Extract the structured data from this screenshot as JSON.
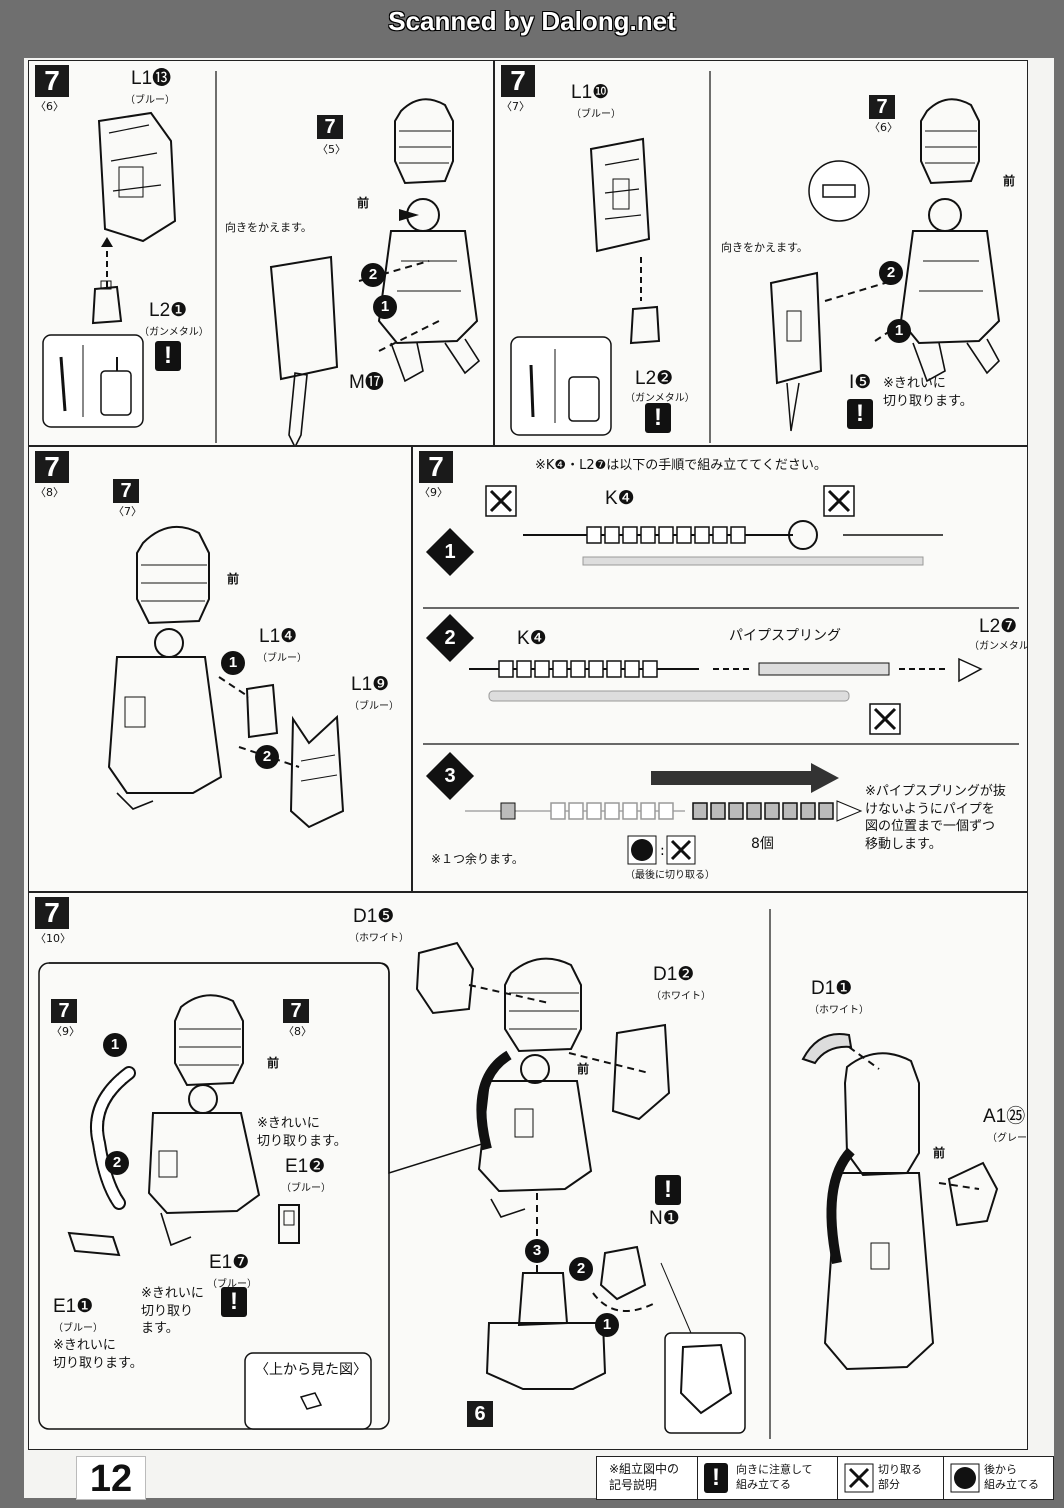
{
  "scan_header": "Scanned by Dalong.net",
  "page_number": "12",
  "panels": {
    "p1": {
      "step": "7",
      "sub": "〈6〉",
      "parts": [
        {
          "code": "L1",
          "num": "⓭",
          "color": "（ブルー）"
        },
        {
          "code": "L2",
          "num": "❶",
          "color": "（ガンメタル）"
        },
        {
          "code": "M",
          "num": "⓱",
          "color": ""
        }
      ],
      "ref_step": "7",
      "ref_sub": "〈5〉",
      "note_turn": "向きをかえます。",
      "front": "前",
      "arrows": [
        "2",
        "1"
      ]
    },
    "p2": {
      "step": "7",
      "sub": "〈7〉",
      "parts": [
        {
          "code": "L1",
          "num": "❿",
          "color": "（ブルー）"
        },
        {
          "code": "L2",
          "num": "❷",
          "color": "（ガンメタル）"
        },
        {
          "code": "I",
          "num": "❺",
          "color": ""
        }
      ],
      "ref_step": "7",
      "ref_sub": "〈6〉",
      "note_turn": "向きをかえます。",
      "note_cut": "※きれいに\n切り取ります。",
      "front": "前",
      "arrows": [
        "2",
        "1"
      ]
    },
    "p3": {
      "step": "7",
      "sub": "〈8〉",
      "ref_step": "7",
      "ref_sub": "〈7〉",
      "front": "前",
      "parts": [
        {
          "code": "L1",
          "num": "❹",
          "color": "（ブルー）"
        },
        {
          "code": "L1",
          "num": "❾",
          "color": "（ブルー）"
        }
      ],
      "arrows": [
        "1",
        "2"
      ]
    },
    "p4": {
      "step": "7",
      "sub": "〈9〉",
      "intro": "※K❹・L2❼は以下の手順で組み立ててください。",
      "s1_part": "K❹",
      "s2_part_k": "K❹",
      "s2_spring": "パイプスプリング",
      "s2_l2": "L2❼",
      "s2_l2_color": "（ガンメタル）",
      "s3_note": "※パイプスプリングが抜\nけないようにパイプを\n図の位置まで一個ずつ\n移動します。",
      "s3_count": "8個",
      "s3_remainder": "※１つ余ります。",
      "s3_last": "（最後に切り取る）",
      "sub_steps": [
        "1",
        "2",
        "3"
      ]
    },
    "p5": {
      "step": "7",
      "sub": "〈10〉",
      "inset": {
        "ref9": "〈9〉",
        "ref8": "〈8〉",
        "ref_step": "7",
        "front": "前",
        "note_cut1": "※きれいに\n切り取ります。",
        "e12": "E1❷",
        "e12_color": "（ブルー）",
        "e17": "E1❼",
        "e17_color": "（ブルー）",
        "e11": "E1❶",
        "e11_color": "（ブルー）",
        "note_cut2": "※きれいに\n切り取り\nます。",
        "note_cut3": "※きれいに\n切り取ります。",
        "top_view": "〈上から見た図〉"
      },
      "d15": "D1❺",
      "d15_color": "（ホワイト）",
      "d12": "D1❷",
      "d12_color": "（ホワイト）",
      "n1": "N❶",
      "front": "前",
      "base_step": "6",
      "d11": "D1❶",
      "d11_color": "（ホワイト）",
      "a125": "A1㉕",
      "a125_color": "（グレー）",
      "front2": "前"
    }
  },
  "legend": {
    "title": "※組立図中の\n記号説明",
    "items": [
      {
        "icon": "caution-icon",
        "text": "向きに注意して\n組み立てる"
      },
      {
        "icon": "nipper-icon",
        "text": "切り取る\n部分"
      },
      {
        "icon": "rear-mark-icon",
        "text": "後から\n組み立てる"
      }
    ]
  }
}
